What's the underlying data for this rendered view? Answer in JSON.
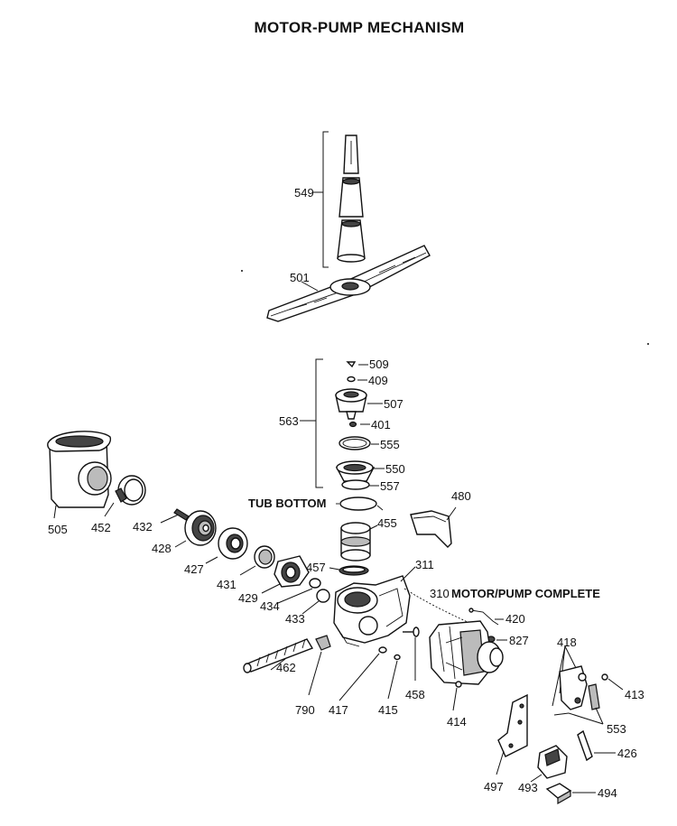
{
  "title": "MOTOR-PUMP MECHANISM",
  "headings": {
    "tub_bottom": "TUB BOTTOM",
    "motor_pump_complete": "MOTOR/PUMP COMPLETE",
    "motor_pump_complete_number": "310"
  },
  "labels": {
    "p549": "549",
    "p501": "501",
    "p509": "509",
    "p409": "409",
    "p507": "507",
    "p563": "563",
    "p401": "401",
    "p555": "555",
    "p550": "550",
    "p557": "557",
    "p480": "480",
    "p505": "505",
    "p452": "452",
    "p432": "432",
    "p428": "428",
    "p455": "455",
    "p427": "427",
    "p431": "431",
    "p429": "429",
    "p457": "457",
    "p311": "311",
    "p434": "434",
    "p433": "433",
    "p420": "420",
    "p827": "827",
    "p418": "418",
    "p462": "462",
    "p413": "413",
    "p790": "790",
    "p417": "417",
    "p415": "415",
    "p458": "458",
    "p414": "414",
    "p553": "553",
    "p426": "426",
    "p497": "497",
    "p493": "493",
    "p494": "494"
  }
}
